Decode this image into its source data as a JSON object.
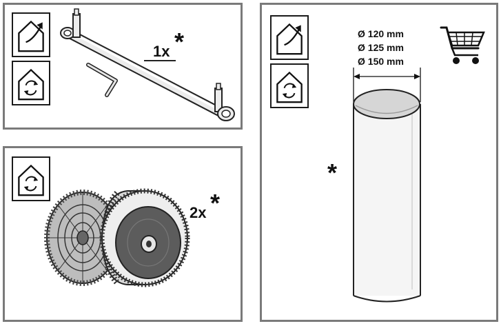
{
  "panel_ducted_kit": {
    "quantity": "1x",
    "asterisk": "*",
    "icons": [
      "ducted-mode-icon",
      "recirculation-mode-icon"
    ]
  },
  "panel_filters": {
    "quantity": "2x",
    "asterisk": "*",
    "icons": [
      "recirculation-mode-icon"
    ]
  },
  "panel_duct": {
    "diameters": [
      "Ø 120 mm",
      "Ø 125 mm",
      "Ø 150 mm"
    ],
    "asterisk": "*",
    "icons": [
      "ducted-mode-icon",
      "recirculation-mode-icon",
      "shopping-cart-icon"
    ]
  }
}
